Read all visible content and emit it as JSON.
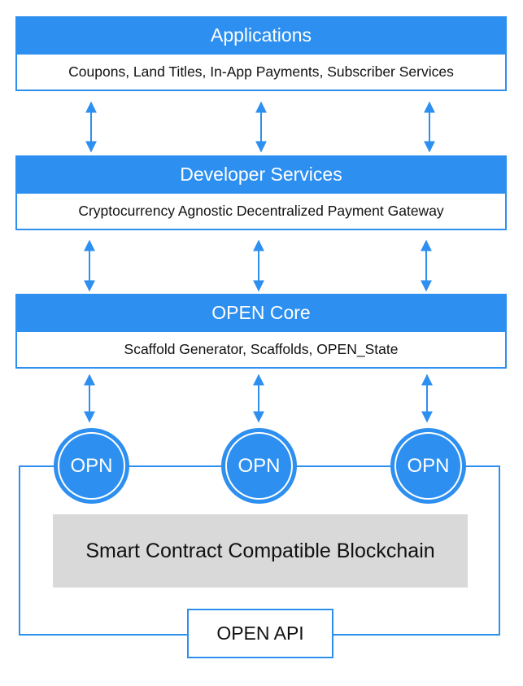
{
  "layers": [
    {
      "title": "Applications",
      "description": "Coupons, Land Titles, In-App Payments, Subscriber Services"
    },
    {
      "title": "Developer Services",
      "description": "Cryptocurrency Agnostic Decentralized Payment Gateway"
    },
    {
      "title": "OPEN Core",
      "description": "Scaffold Generator, Scaffolds, OPEN_State"
    }
  ],
  "nodes": [
    "OPN",
    "OPN",
    "OPN"
  ],
  "blockchain_label": "Smart Contract Compatible Blockchain",
  "api_label": "OPEN API",
  "colors": {
    "accent": "#2d8ff0",
    "blockchain_fill": "#d9d9d9"
  }
}
